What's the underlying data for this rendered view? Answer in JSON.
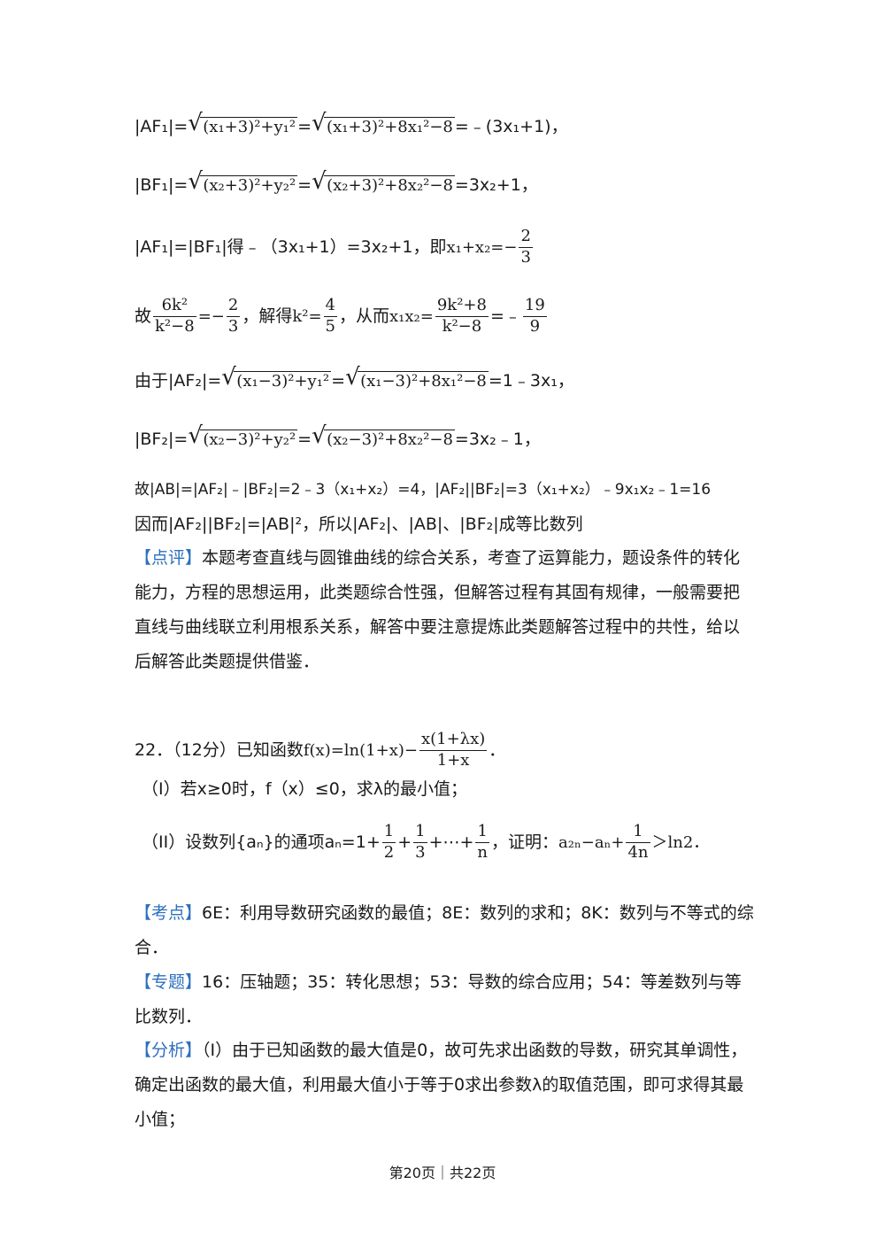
{
  "eq_af1": {
    "lhs": "|AF₁|=",
    "r1": "(x₁+3)²+y₁²",
    "eq": "=",
    "r2": "(x₁+3)²+8x₁²−8",
    "rhs": "=﹣(3x₁+1)，"
  },
  "eq_bf1": {
    "lhs": "|BF₁|=",
    "r1": "(x₂+3)²+y₂²",
    "eq": "=",
    "r2": "(x₂+3)²+8x₂²−8",
    "rhs": "=3x₂+1，"
  },
  "eq_af1_bf1": {
    "text": "|AF₁|=|BF₁|得﹣（3x₁+1）=3x₂+1，即",
    "expr": "x₁+x₂=−",
    "num": "2",
    "den": "3"
  },
  "eq_k": {
    "prefix": "故",
    "f1_num": "6k²",
    "f1_den": "k²−8",
    "mid1": "=−",
    "f2_num": "2",
    "f2_den": "3",
    "mid2": "，解得",
    "kexpr": "k²=",
    "f3_num": "4",
    "f3_den": "5",
    "mid3": "，从而",
    "x1x2": "x₁x₂=",
    "f4_num": "9k²+8",
    "f4_den": "k²−8",
    "mid4": "=﹣",
    "f5_num": "19",
    "f5_den": "9"
  },
  "eq_af2": {
    "lhs": "由于|AF₂|=",
    "r1": "(x₁−3)²+y₁²",
    "eq": "=",
    "r2": "(x₁−3)²+8x₁²−8",
    "rhs": "=1﹣3x₁，"
  },
  "eq_bf2": {
    "lhs": "|BF₂|=",
    "r1": "(x₂−3)²+y₂²",
    "eq": "=",
    "r2": "(x₂−3)²+8x₂²−8",
    "rhs": "=3x₂﹣1，"
  },
  "line_ab": "故|AB|=|AF₂|﹣|BF₂|=2﹣3（x₁+x₂）=4，|AF₂||BF₂|=3（x₁+x₂）﹣9x₁x₂﹣1=16",
  "line_geo": "因而|AF₂||BF₂|=|AB|²，所以|AF₂|、|AB|、|BF₂|成等比数列",
  "comment": {
    "tag": "【点评】",
    "text": "本题考查直线与圆锥曲线的综合关系，考查了运算能力，题设条件的转化能力，方程的思想运用，此类题综合性强，但解答过程有其固有规律，一般需要把直线与曲线联立利用根系关系，解答中要注意提炼此类题解答过程中的共性，给以后解答此类题提供借鉴．"
  },
  "q22": {
    "head": "22．（12分）已知函数",
    "fx": "f(x)=ln(1+x)−",
    "num": "x(1+λx)",
    "den": "1+x",
    "tail": "．"
  },
  "q22_1": "（I）若x≥0时，f（x）≤0，求λ的最小值；",
  "q22_2": {
    "head": "（II）设数列{aₙ}的通项aₙ=1+",
    "f1n": "1",
    "f1d": "2",
    "p1": "+",
    "f2n": "1",
    "f2d": "3",
    "p2": "+⋯+",
    "f3n": "1",
    "f3d": "n",
    "mid": "，证明：",
    "expr": "a₂ₙ−aₙ+",
    "f4n": "1",
    "f4d": "4n",
    "tail": "＞ln2．"
  },
  "kaodian": {
    "tag": "【考点】",
    "text": "6E：利用导数研究函数的最值；8E：数列的求和；8K：数列与不等式的综合．"
  },
  "zhuanti": {
    "tag": "【专题】",
    "text": "16：压轴题；35：转化思想；53：导数的综合应用；54：等差数列与等比数列．"
  },
  "fenxi": {
    "tag": "【分析】",
    "text": "（I）由于已知函数的最大值是0，故可先求出函数的导数，研究其单调性，确定出函数的最大值，利用最大值小于等于0求出参数λ的取值范围，即可求得其最小值；"
  },
  "footer": "第20页｜共22页"
}
